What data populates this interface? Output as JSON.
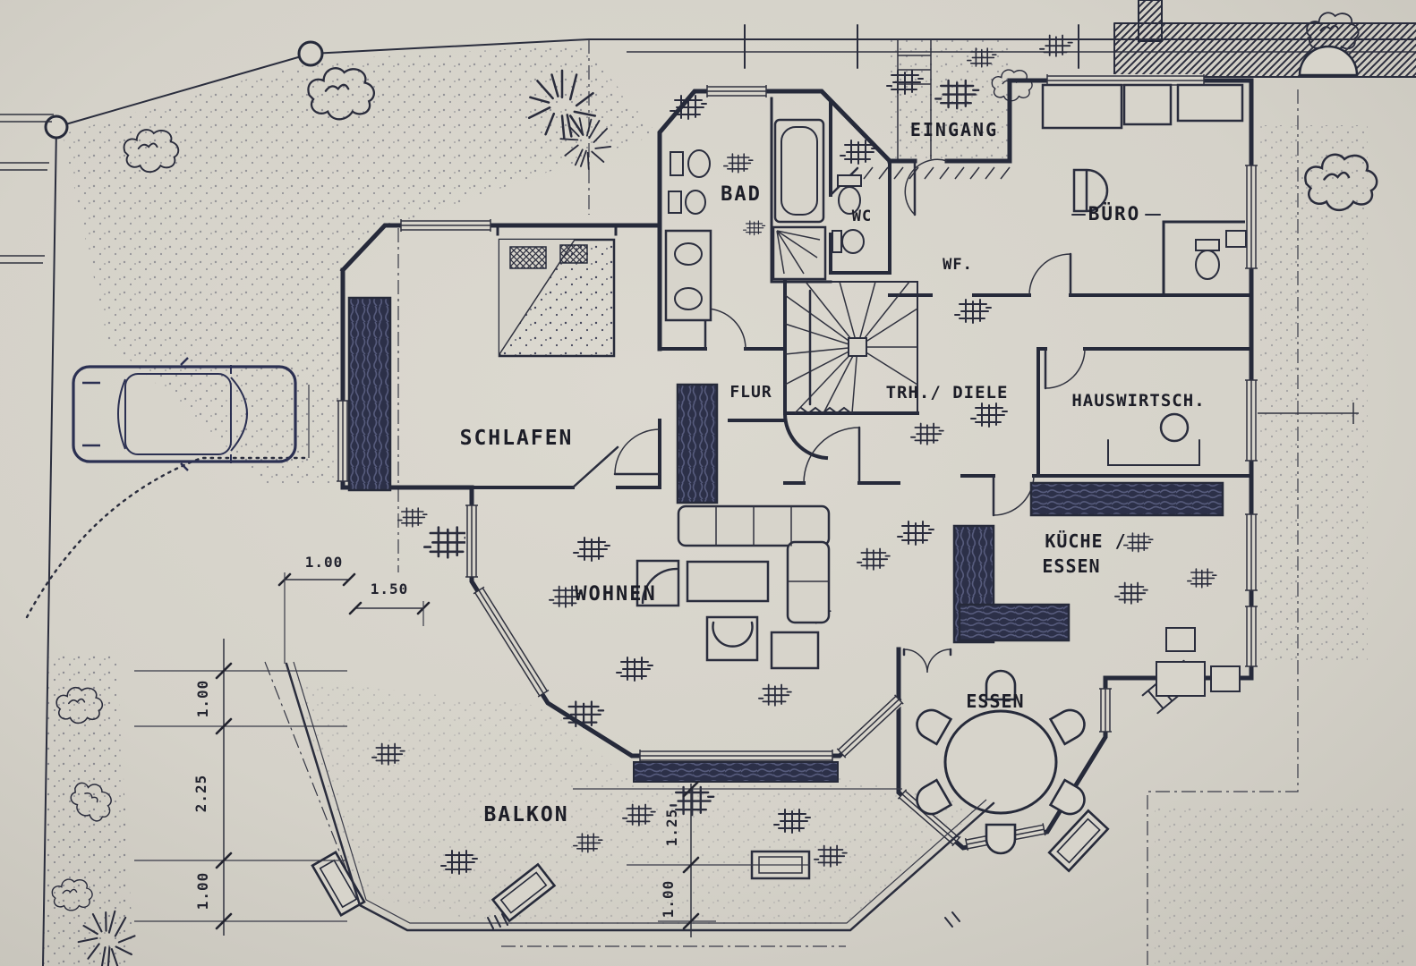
{
  "palette": {
    "paper": "#d7d4cb",
    "paper_dark": "#c8c5bc",
    "ink": "#262a3a",
    "ink_blue": "#2b3052",
    "label_ink": "#1c1d27"
  },
  "rooms": {
    "eingang": {
      "label": "EINGANG"
    },
    "bad": {
      "label": "BAD"
    },
    "wc": {
      "label": "WC"
    },
    "wf": {
      "label": "WF."
    },
    "buero": {
      "label": "BÜRO"
    },
    "flur": {
      "label": "FLUR"
    },
    "trh_diele": {
      "label": "TRH./ DIELE"
    },
    "hauswirtsch": {
      "label": "HAUSWIRTSCH."
    },
    "schlafen": {
      "label": "SCHLAFEN"
    },
    "wohnen": {
      "label": "WOHNEN"
    },
    "kueche_line1": {
      "label": "KÜCHE /"
    },
    "kueche_line2": {
      "label": "ESSEN"
    },
    "essen": {
      "label": "ESSEN"
    },
    "balkon": {
      "label": "BALKON"
    }
  },
  "dims": {
    "near_bed_100": "1.00",
    "near_bed_150": "1.50",
    "left_100_a": "1.00",
    "left_225": "2.25",
    "left_100_b": "1.00",
    "bottom_125": "1.25",
    "bottom_100": "1.00"
  },
  "symbols": [
    "boundary-marker-icon",
    "car-top-view-icon",
    "conifer-tree-icon",
    "bush-icon",
    "shrub-crosshatch-icon",
    "spiral-staircase-icon",
    "bed-icon",
    "wardrobe-icon",
    "bathtub-icon",
    "shower-icon",
    "toilet-icon",
    "sink-vanity-icon",
    "sofa-icon",
    "armchair-icon",
    "coffee-table-icon",
    "dining-table-icon",
    "dining-chair-icon",
    "kitchen-counter-icon",
    "fireplace-icon",
    "planter-box-icon",
    "boiler-icon",
    "stairs-exterior-icon"
  ]
}
